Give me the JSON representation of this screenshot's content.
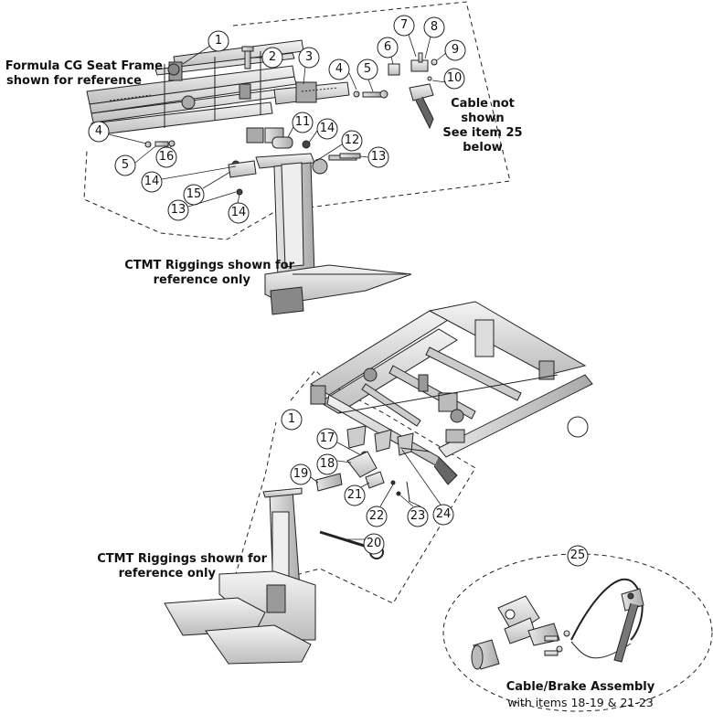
{
  "labels": {
    "seat_frame_line1": "Formula CG Seat Frame",
    "seat_frame_line2": "shown for reference",
    "cable_line1": "Cable not",
    "cable_line2": "shown",
    "cable_line3": "See item 25",
    "cable_line4": "below",
    "riggings_top_line1": "CTMT Riggings shown for",
    "riggings_top_line2": "reference only",
    "riggings_bottom_line1": "CTMT Riggings shown for",
    "riggings_bottom_line2": "reference only",
    "assembly_title": "Cable/Brake Assembly",
    "assembly_sub": "with items 18-19 & 21-23"
  },
  "callouts": [
    {
      "id": "c1a",
      "text": "1"
    },
    {
      "id": "c2",
      "text": "2"
    },
    {
      "id": "c3",
      "text": "3"
    },
    {
      "id": "c4a",
      "text": "4"
    },
    {
      "id": "c5a",
      "text": "5"
    },
    {
      "id": "c6",
      "text": "6"
    },
    {
      "id": "c7",
      "text": "7"
    },
    {
      "id": "c8",
      "text": "8"
    },
    {
      "id": "c9",
      "text": "9"
    },
    {
      "id": "c10",
      "text": "10"
    },
    {
      "id": "c11",
      "text": "11"
    },
    {
      "id": "c14a",
      "text": "14"
    },
    {
      "id": "c12",
      "text": "12"
    },
    {
      "id": "c13a",
      "text": "13"
    },
    {
      "id": "c4b",
      "text": "4"
    },
    {
      "id": "c5b",
      "text": "5"
    },
    {
      "id": "c16",
      "text": "16"
    },
    {
      "id": "c14b",
      "text": "14"
    },
    {
      "id": "c15",
      "text": "15"
    },
    {
      "id": "c13b",
      "text": "13"
    },
    {
      "id": "c14c",
      "text": "14"
    },
    {
      "id": "c1b",
      "text": "1"
    },
    {
      "id": "c17",
      "text": "17"
    },
    {
      "id": "c18",
      "text": "18"
    },
    {
      "id": "c19",
      "text": "19"
    },
    {
      "id": "c21",
      "text": "21"
    },
    {
      "id": "c22",
      "text": "22"
    },
    {
      "id": "c23",
      "text": "23"
    },
    {
      "id": "c24",
      "text": "24"
    },
    {
      "id": "c20",
      "text": "20"
    },
    {
      "id": "c25",
      "text": "25"
    }
  ]
}
